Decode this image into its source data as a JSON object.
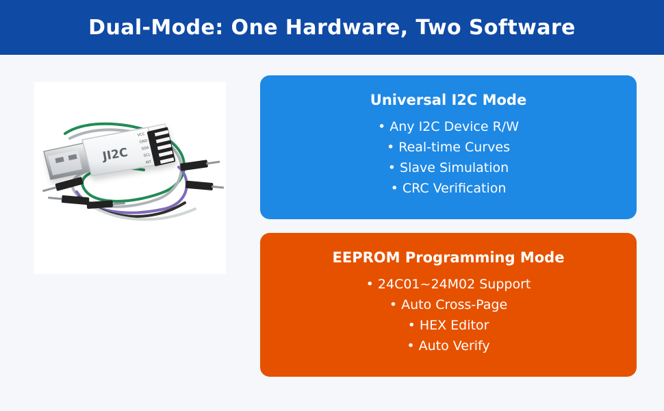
{
  "header": {
    "title": "Dual-Mode: One Hardware, Two Software"
  },
  "product": {
    "device_label": "JI2C",
    "pin_labels": [
      "VCC",
      "GND",
      "SDA",
      "SCL",
      "INT"
    ],
    "icon": "usb-i2c-adapter"
  },
  "modes": [
    {
      "title": "Universal I2C Mode",
      "color": "#1e88e5",
      "features": [
        "• Any I2C Device R/W",
        "• Real-time Curves",
        "• Slave Simulation",
        "• CRC Verification"
      ]
    },
    {
      "title": "EEPROM Programming Mode",
      "color": "#e65100",
      "features": [
        "• 24C01~24M02 Support",
        "• Auto Cross-Page",
        "• HEX Editor",
        "• Auto Verify"
      ]
    }
  ],
  "colors": {
    "header_bg": "#0f4aa5",
    "page_bg": "#f5f7fa",
    "text_white": "#ffffff"
  }
}
